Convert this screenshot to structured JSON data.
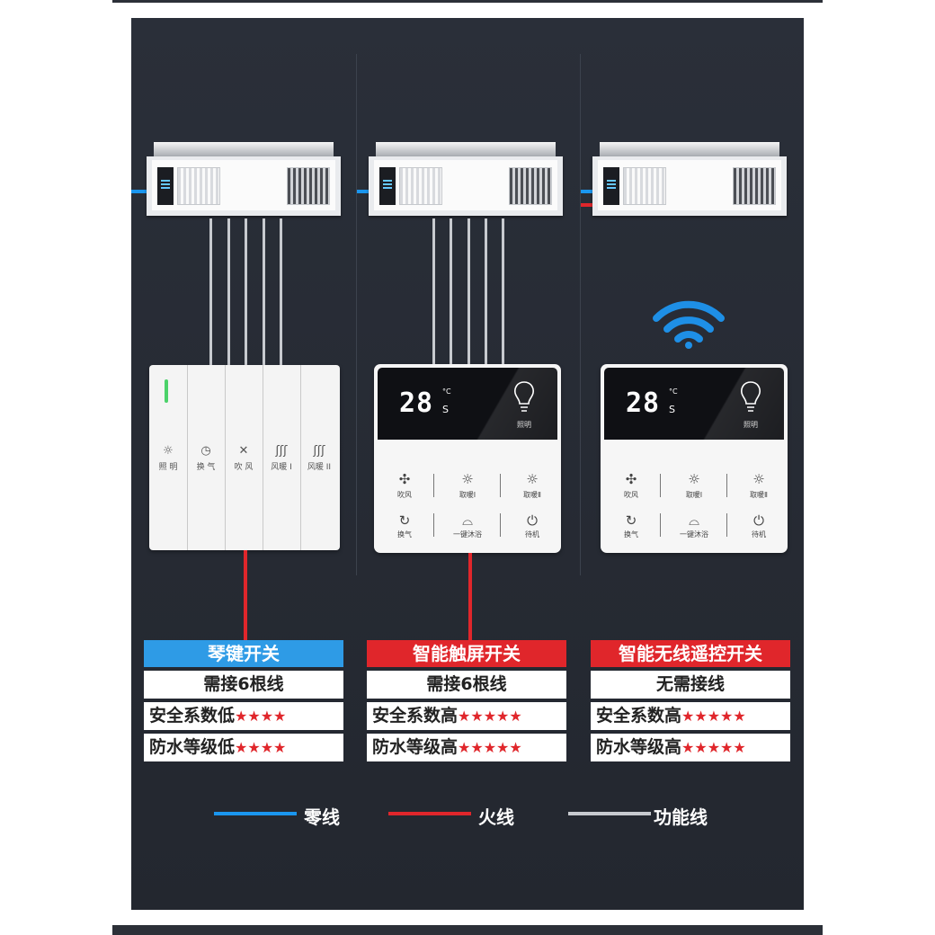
{
  "colors": {
    "neutral_wire": "#1a96ef",
    "live_wire": "#e0262b",
    "function_wire": "#c7cacf",
    "rocker_header": "#2e9be6",
    "red_header": "#e0262b"
  },
  "rocker_switch": {
    "buttons": [
      {
        "icon": "light-icon",
        "symbol": "☼",
        "label": "照 明"
      },
      {
        "icon": "vent-icon",
        "symbol": "◷",
        "label": "换 气"
      },
      {
        "icon": "fan-icon",
        "symbol": "✕",
        "label": "吹 风"
      },
      {
        "icon": "heat1-icon",
        "symbol": "ʃʃʃ",
        "label": "风暖 I"
      },
      {
        "icon": "heat2-icon",
        "symbol": "ʃʃʃ",
        "label": "风暖 II"
      }
    ]
  },
  "touch_panel": {
    "temperature": "28",
    "unit_deg": "°C",
    "unit_s": "S",
    "light_label": "照明",
    "buttons": [
      {
        "icon": "fan-icon",
        "symbol": "✣",
        "label": "吹风"
      },
      {
        "icon": "sun-icon",
        "symbol": "☼",
        "label": "取暖Ⅰ"
      },
      {
        "icon": "sun-icon",
        "symbol": "☼",
        "label": "取暖Ⅱ"
      },
      {
        "icon": "refresh-icon",
        "symbol": "↻",
        "label": "换气"
      },
      {
        "icon": "shower-icon",
        "symbol": "⌓",
        "label": "一键沐浴"
      },
      {
        "icon": "power-icon",
        "symbol": "⏻",
        "label": "待机"
      }
    ]
  },
  "tables": [
    {
      "title": "琴键开关",
      "wiring": "需接6根线",
      "safety_label": "安全系数低",
      "safety_stars": "★★★★",
      "waterproof_label": "防水等级低",
      "waterproof_stars": "★★★★"
    },
    {
      "title": "智能触屏开关",
      "wiring": "需接6根线",
      "safety_label": "安全系数高",
      "safety_stars": "★★★★★",
      "waterproof_label": "防水等级高",
      "waterproof_stars": "★★★★★"
    },
    {
      "title": "智能无线遥控开关",
      "wiring": "无需接线",
      "safety_label": "安全系数高",
      "safety_stars": "★★★★★",
      "waterproof_label": "防水等级高",
      "waterproof_stars": "★★★★★"
    }
  ],
  "legend": {
    "neutral": "零线",
    "live": "火线",
    "function": "功能线"
  }
}
